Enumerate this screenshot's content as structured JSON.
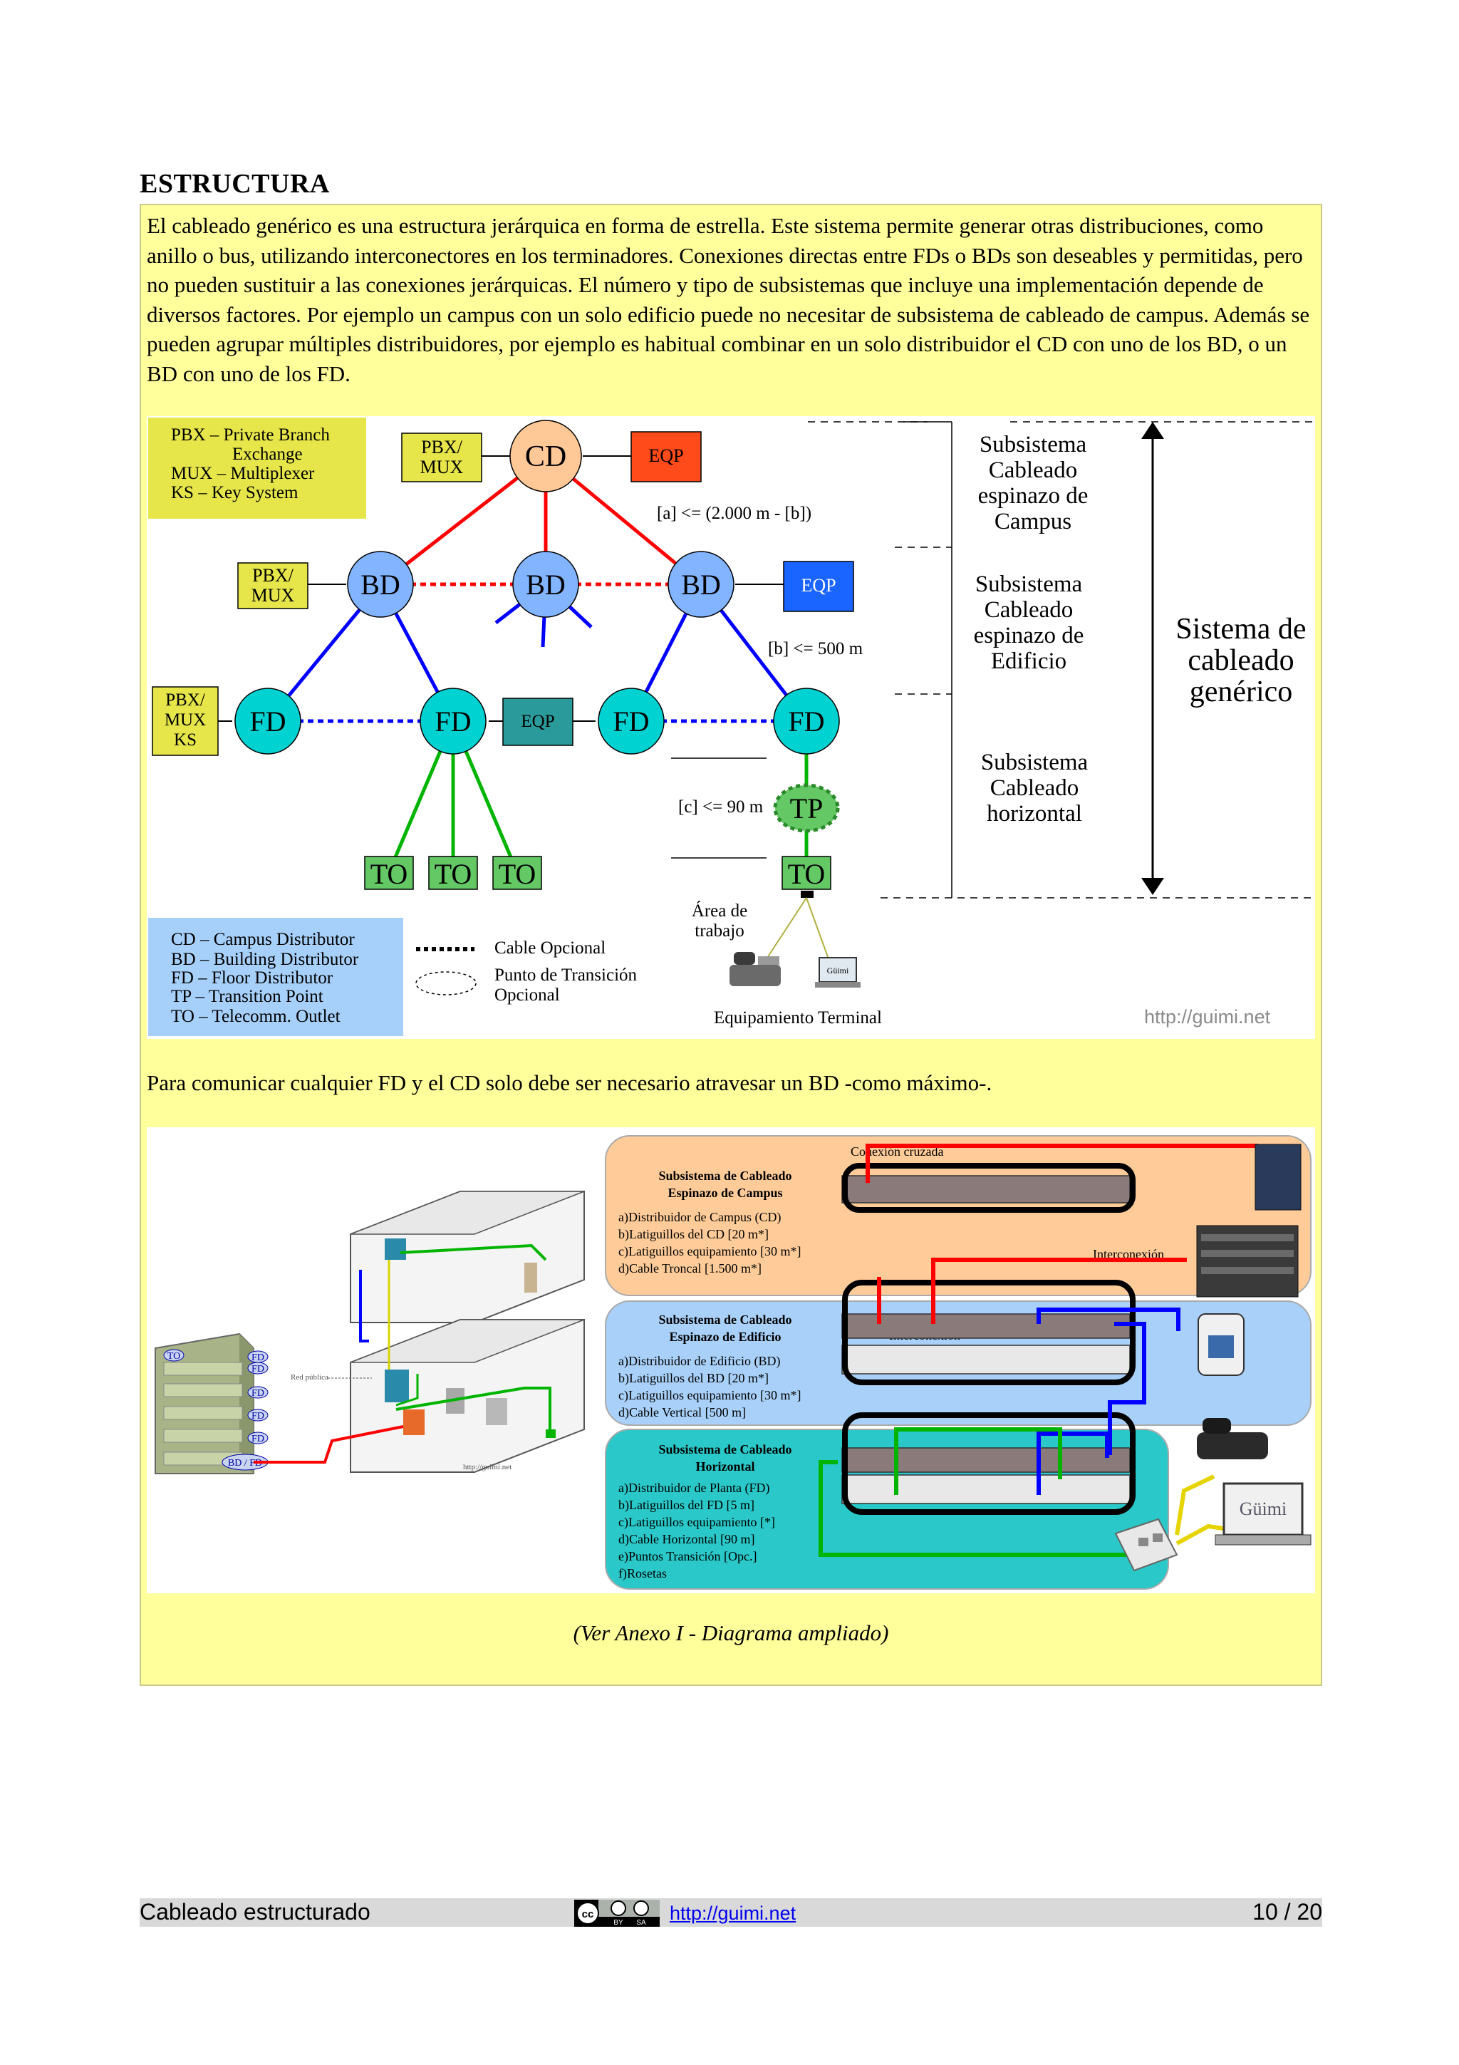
{
  "heading": "ESTRUCTURA",
  "paragraph1": "El cableado genérico es una estructura jerárquica en forma de estrella. Este sistema permite generar otras distribuciones, como anillo o bus, utilizando interconectores en los terminadores. Conexiones directas entre FDs o BDs son deseables y permitidas, pero no pueden sustituir a las conexiones jerárquicas. El número y tipo de subsistemas que incluye una implementación depende de diversos factores. Por ejemplo un campus con un solo edificio puede no necesitar de subsistema de cableado de campus. Además se pueden agrupar múltiples distribuidores, por ejemplo es habitual combinar en un solo distribuidor el CD con uno de los BD, o un BD con uno de los FD.",
  "diagram1": {
    "legend_top": [
      "PBX – Private Branch",
      "Exchange",
      "MUX – Multiplexer",
      "KS – Key System"
    ],
    "legend_bottom": [
      "CD – Campus Distributor",
      "BD – Building Distributor",
      "FD – Floor Distributor",
      "TP – Transition Point",
      "TO – Telecomm. Outlet"
    ],
    "nodes": {
      "cd": "CD",
      "bd": "BD",
      "fd": "FD",
      "tp": "TP",
      "to": "TO",
      "eqp": "EQP",
      "pbx_mux_1": "PBX/",
      "pbx_mux_2": "MUX",
      "ks": "KS"
    },
    "distances": {
      "a": "[a] <= (2.000 m - [b])",
      "b": "[b] <= 500 m",
      "c": "[c] <= 90 m"
    },
    "subsystems": {
      "campus": [
        "Subsistema",
        "Cableado",
        "espinazo de",
        "Campus"
      ],
      "building": [
        "Subsistema",
        "Cableado",
        "espinazo de",
        "Edificio"
      ],
      "horizontal": [
        "Subsistema",
        "Cableado",
        "horizontal"
      ]
    },
    "system_label": [
      "Sistema de",
      "cableado",
      "genérico"
    ],
    "optional_cable": "Cable Opcional",
    "optional_tp": [
      "Punto de Transición",
      "Opcional"
    ],
    "work_area": [
      "Área de",
      "trabajo"
    ],
    "terminal_equipment": "Equipamiento Terminal",
    "screen_label": "Güimi",
    "watermark": "http://guimi.net"
  },
  "paragraph2": "Para comunicar cualquier FD y el CD solo debe ser necesario atravesar un BD -como máximo-.",
  "diagram2": {
    "cross_connection": "Conexión cruzada",
    "interconnection": "Interconexión",
    "public_network": "Red pública",
    "bd_fd": "BD / FD",
    "rack_labels": [
      "TO",
      "FD",
      "FD",
      "FD",
      "FD",
      "FD"
    ],
    "watermark": "http://guimi.net",
    "logo": "Güimi",
    "campus": {
      "title": [
        "Subsistema de Cableado",
        "Espinazo de Campus"
      ],
      "items": [
        "a)Distribuidor de Campus (CD)",
        "b)Latiguillos del CD [20 m*]",
        "c)Latiguillos equipamiento [30 m*]",
        "d)Cable Troncal [1.500 m*]"
      ]
    },
    "building": {
      "title": [
        "Subsistema de Cableado",
        "Espinazo de Edificio"
      ],
      "items": [
        "a)Distribuidor de Edificio (BD)",
        "b)Latiguillos del BD [20 m*]",
        "c)Latiguillos equipamiento [30 m*]",
        "d)Cable Vertical [500 m]"
      ]
    },
    "horizontal": {
      "title": [
        "Subsistema de Cableado",
        "Horizontal"
      ],
      "items": [
        "a)Distribuidor de Planta (FD)",
        "b)Latiguillos del FD [5 m]",
        "c)Latiguillos equipamiento [*]",
        "d)Cable Horizontal [90 m]",
        "e)Puntos Transición [Opc.]",
        "f)Rosetas"
      ]
    }
  },
  "caption": "(Ver Anexo I - Diagrama ampliado)",
  "footer": {
    "title": "Cableado estructurado",
    "link": "http://guimi.net",
    "page": "10 / 20",
    "license": [
      "cc",
      "BY",
      "SA"
    ]
  },
  "colors": {
    "box_bg": "#ffff9c",
    "legend_yellow": "#e6e64a",
    "legend_blue": "#a6d0fa",
    "cd_node": "#ffc896",
    "bd_node": "#82b4ff",
    "fd_node": "#00d2d2",
    "to_node": "#64c864",
    "eqp_red": "#ff4a1a",
    "eqp_blue": "#1a64ff",
    "eqp_teal": "#2a9a9a",
    "campus_line": "#ff0000",
    "building_line": "#0000ff",
    "horizontal_line": "#00b400"
  }
}
